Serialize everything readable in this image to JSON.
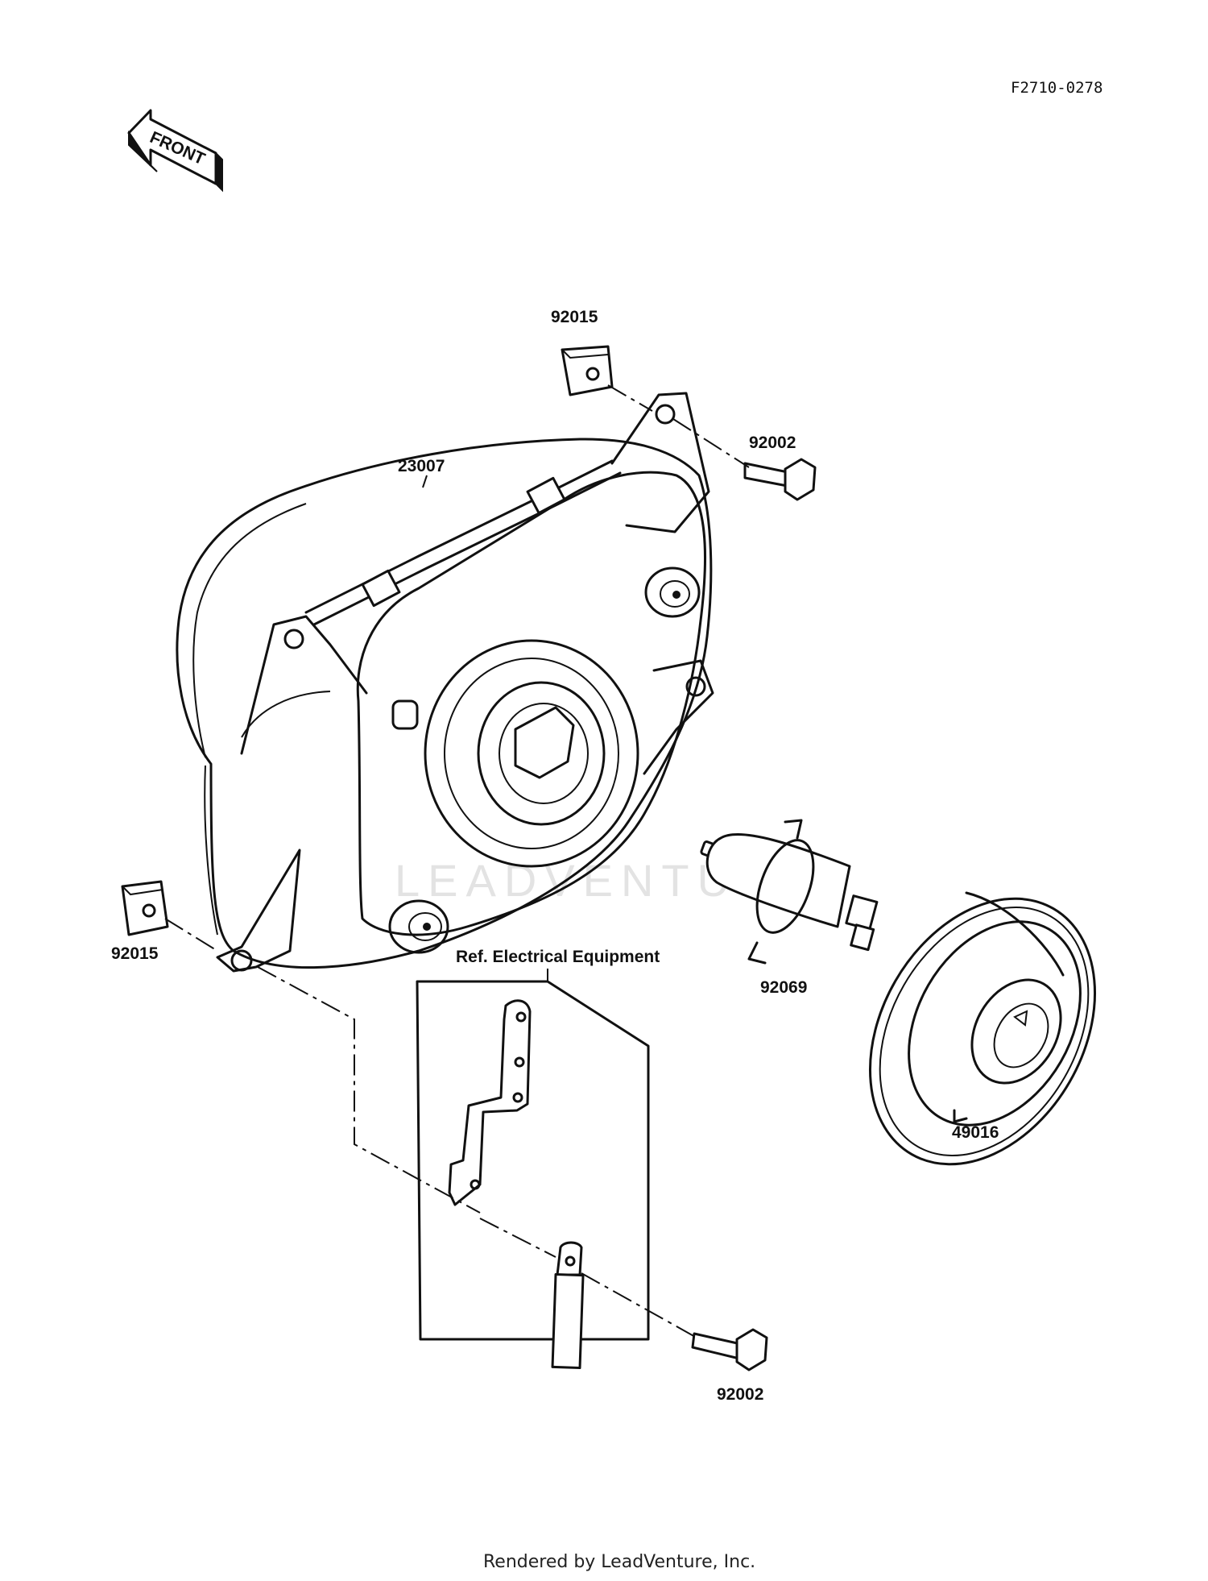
{
  "diagram": {
    "figure_code": "F2710-0278",
    "front_label": "FRONT",
    "watermark": "LEADVENTURE",
    "footer": "Rendered by LeadVenture, Inc.",
    "group_label": "Ref. Electrical Equipment",
    "callouts": {
      "nut_top": "92015",
      "bolt_top": "92002",
      "headlight": "23007",
      "nut_left": "92015",
      "bulb": "92069",
      "cap": "49016",
      "bolt_bottom": "92002"
    }
  }
}
